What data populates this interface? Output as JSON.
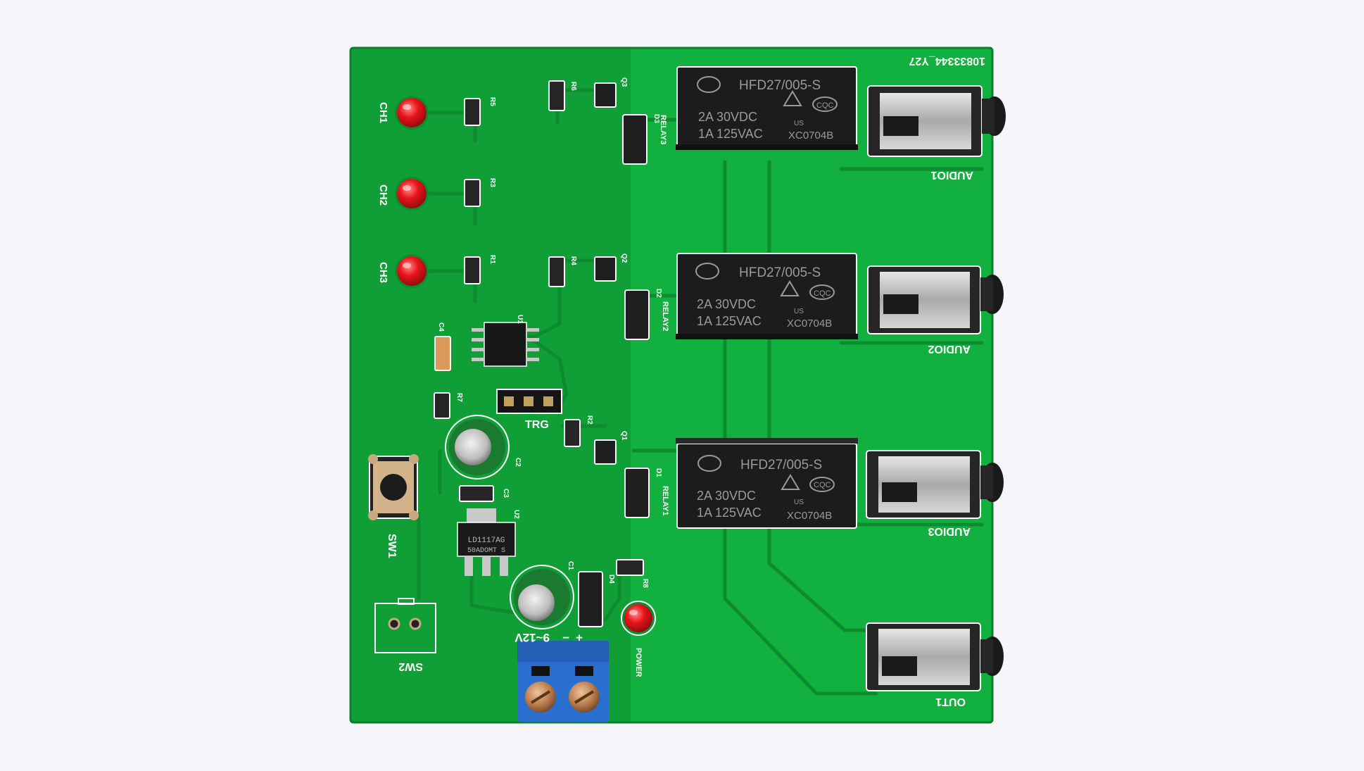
{
  "board": {
    "board_code": "10833344_Y27",
    "power_label": "9~12V",
    "power_led_label": "POWER",
    "trigger_label": "TRG",
    "switch_labels": [
      "SW1",
      "SW2"
    ],
    "channel_labels": [
      "CH1",
      "CH2",
      "CH3"
    ],
    "resistor_labels": [
      "R5",
      "R3",
      "R1",
      "R6",
      "R4",
      "R2",
      "R7",
      "R8"
    ],
    "transistor_labels": [
      "Q3",
      "Q2",
      "Q1"
    ],
    "diode_labels": [
      "D3",
      "D2",
      "D1",
      "D4"
    ],
    "capacitor_labels": [
      "C4",
      "C2",
      "C3",
      "C1"
    ],
    "ic_labels": [
      "U1",
      "U2"
    ],
    "regulator_marking": [
      "LD1117AG",
      "50ADOMT S"
    ],
    "relay_designators": [
      "RELAY3",
      "RELAY2",
      "RELAY1"
    ],
    "relays": [
      {
        "model": "HFD27/005-S",
        "rating1": "2A 30VDC",
        "rating2": "1A 125VAC",
        "code": "XC0704B",
        "cert": "CQC",
        "us": "US"
      },
      {
        "model": "HFD27/005-S",
        "rating1": "2A 30VDC",
        "rating2": "1A 125VAC",
        "code": "XC0704B",
        "cert": "CQC",
        "us": "US"
      },
      {
        "model": "HFD27/005-S",
        "rating1": "2A 30VDC",
        "rating2": "1A 125VAC",
        "code": "XC0704B",
        "cert": "CQC",
        "us": "US"
      }
    ],
    "jack_labels": [
      "AUDIO1",
      "AUDIO2",
      "AUDIO3",
      "OUT1"
    ],
    "terminal_polarity": [
      "+",
      "−"
    ]
  },
  "colors": {
    "background": "#f4f6f9",
    "pcb": "#10a83a",
    "pcb_dark": "#0a8f30",
    "silkscreen": "#ffffff",
    "led_red": "#e8141b",
    "relay_body": "#1c1c1c",
    "terminal_blue": "#2a6fd0"
  }
}
